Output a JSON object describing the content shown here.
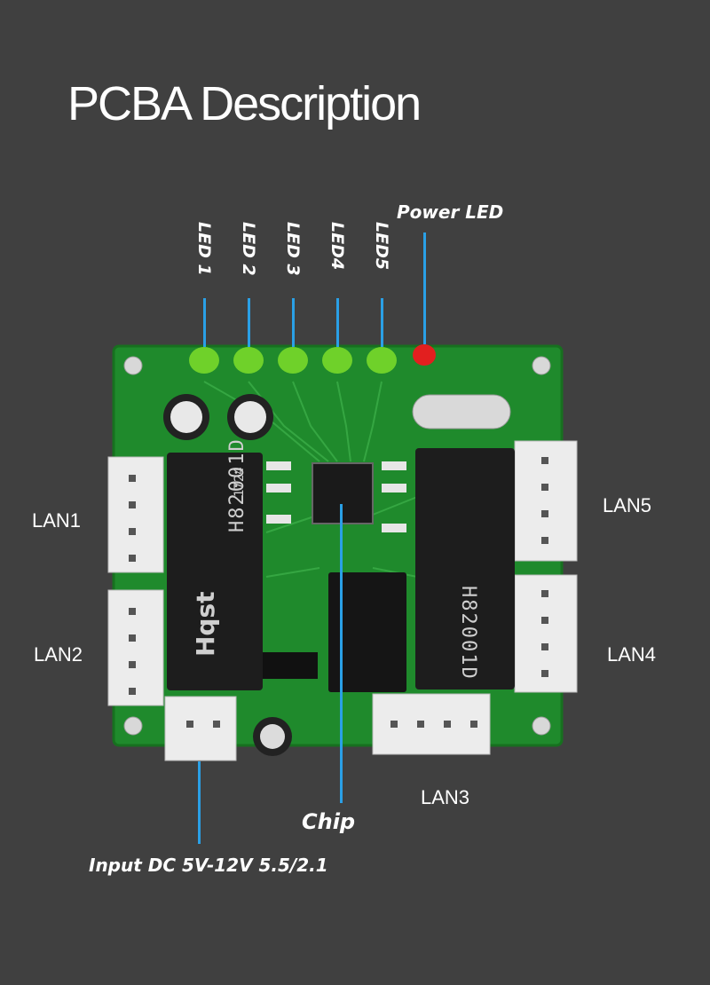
{
  "title": "PCBA Description",
  "labels": {
    "power_led": "Power LED",
    "led1": "LED 1",
    "led2": "LED 2",
    "led3": "LED 3",
    "led4": "LED4",
    "led5": "LED5",
    "lan1": "LAN1",
    "lan2": "LAN2",
    "lan3": "LAN3",
    "lan4": "LAN4",
    "lan5": "LAN5",
    "chip": "Chip",
    "input": "Input DC 5V-12V 5.5/2.1"
  },
  "board_marks": {
    "transformer_left": "H82001D",
    "transformer_right": "H82001D",
    "brand": "Hqst",
    "code": "1724"
  },
  "colors": {
    "background": "#404040",
    "board": "#1f8a2c",
    "pointer_line": "#2aa0e6",
    "led_green": "#6fd12a",
    "led_red": "#e21f1f",
    "connector": "#ececec"
  }
}
